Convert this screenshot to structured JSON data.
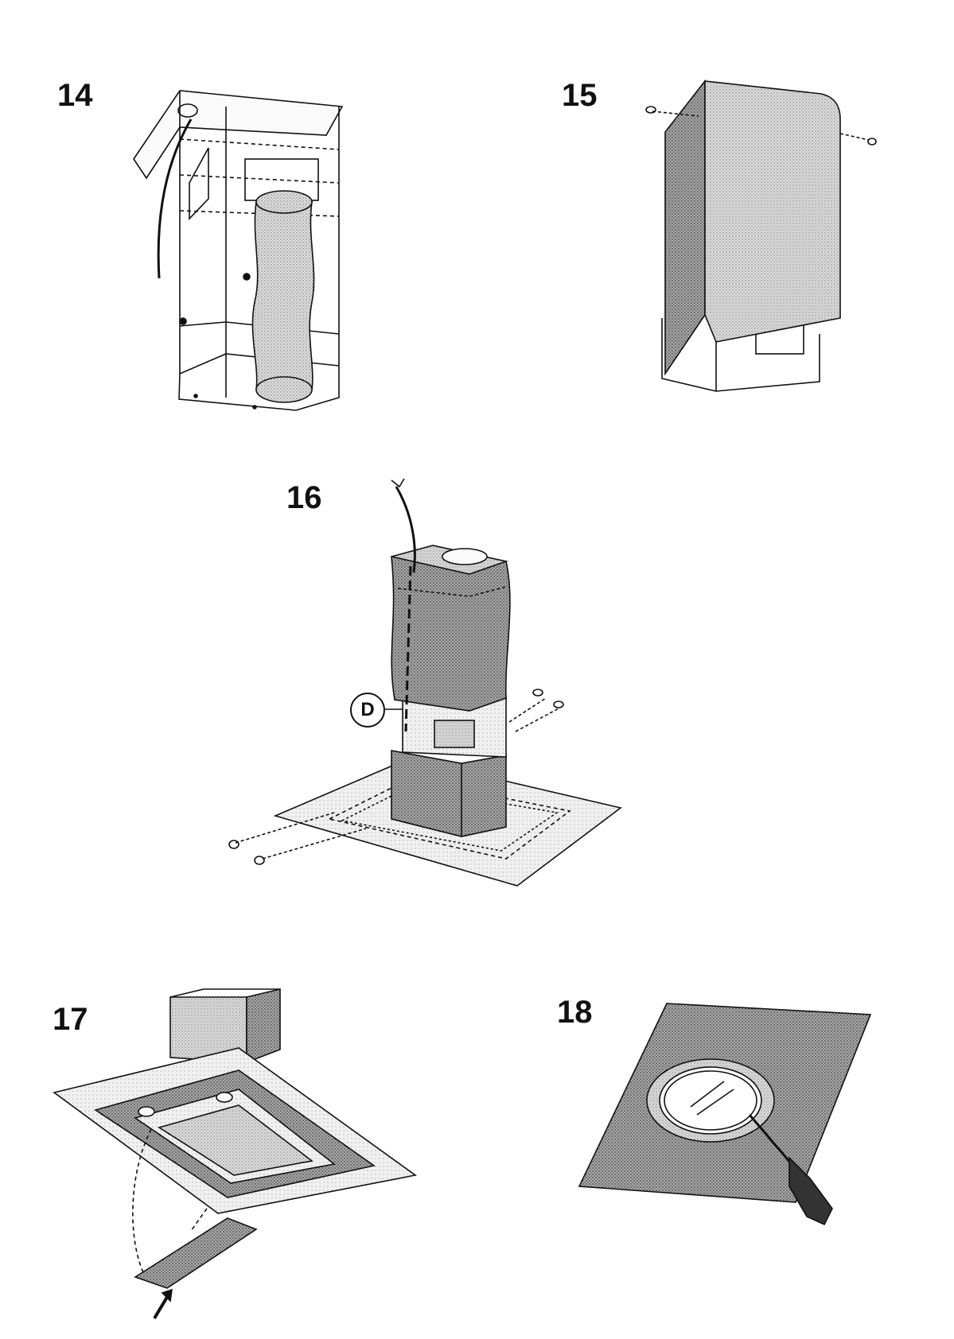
{
  "figures": [
    {
      "number": "14",
      "icon": "duct-bracket-assembly-illustration"
    },
    {
      "number": "15",
      "icon": "chimney-cover-illustration"
    },
    {
      "number": "16",
      "icon": "hood-body-mounting-illustration"
    },
    {
      "number": "17",
      "icon": "grease-filter-removal-illustration"
    },
    {
      "number": "18",
      "icon": "lamp-cover-removal-illustration"
    }
  ],
  "callouts": {
    "d": "D"
  },
  "colors": {
    "ink": "#111111",
    "shade": "#9a9a9a",
    "light_shade": "#d4d4d4",
    "paper": "#ffffff"
  }
}
